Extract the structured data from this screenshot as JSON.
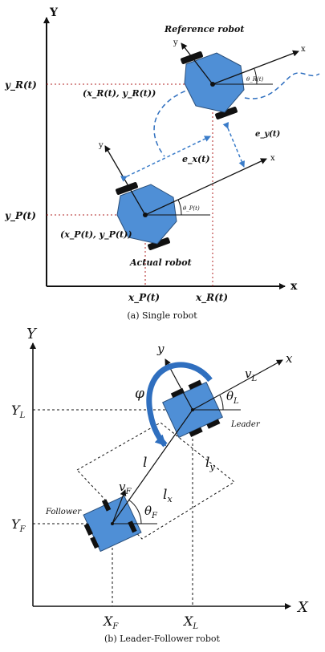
{
  "colors": {
    "robot_fill": "#4f8fd6",
    "robot_stroke": "#2a4f7a",
    "wheel": "#111111",
    "trajectory": "#2f6fbf",
    "error_arrow": "#3a7cc9",
    "rotation_arrow": "#2f6fbf",
    "guide": "#b02020",
    "axis": "#111111"
  },
  "panel_a": {
    "y_axis": "Y",
    "x_axis": "x",
    "reference_robot": "Reference robot",
    "actual_robot": "Actual robot",
    "y_r": "y_R(t)",
    "y_p": "y_P(t)",
    "x_p": "x_P(t)",
    "x_r": "x_R(t)",
    "ref_coords": "(x_R(t), y_R(t))",
    "act_coords": "(x_P(t), y_P(t))",
    "e_x": "e_x(t)",
    "e_y": "e_y(t)",
    "theta_r": "θ_R(t)",
    "theta_p": "θ_P(t)",
    "frame_x": "x",
    "frame_y": "y",
    "caption": "(a) Single robot"
  },
  "panel_b": {
    "y_axis": "Y",
    "x_axis": "X",
    "y_l": "Y",
    "y_l_sub": "L",
    "y_f": "Y",
    "y_f_sub": "F",
    "x_f": "X",
    "x_f_sub": "F",
    "x_l": "X",
    "x_l_sub": "L",
    "leader": "Leader",
    "follower": "Follower",
    "l": "l",
    "l_y": "l",
    "l_y_sub": "y",
    "l_x": "l",
    "l_x_sub": "x",
    "phi": "φ",
    "v_l": "v",
    "v_l_sub": "L",
    "v_f": "v",
    "v_f_sub": "F",
    "theta_l": "θ",
    "theta_l_sub": "L",
    "theta_f": "θ",
    "theta_f_sub": "F",
    "frame_x": "x",
    "frame_y": "y",
    "caption": "(b) Leader-Follower robot"
  }
}
